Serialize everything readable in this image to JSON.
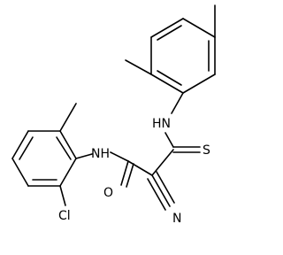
{
  "labels": {
    "nh_top": "HN",
    "s": "S",
    "nh_left": "NH",
    "o": "O",
    "n": "N",
    "cl": "Cl"
  }
}
